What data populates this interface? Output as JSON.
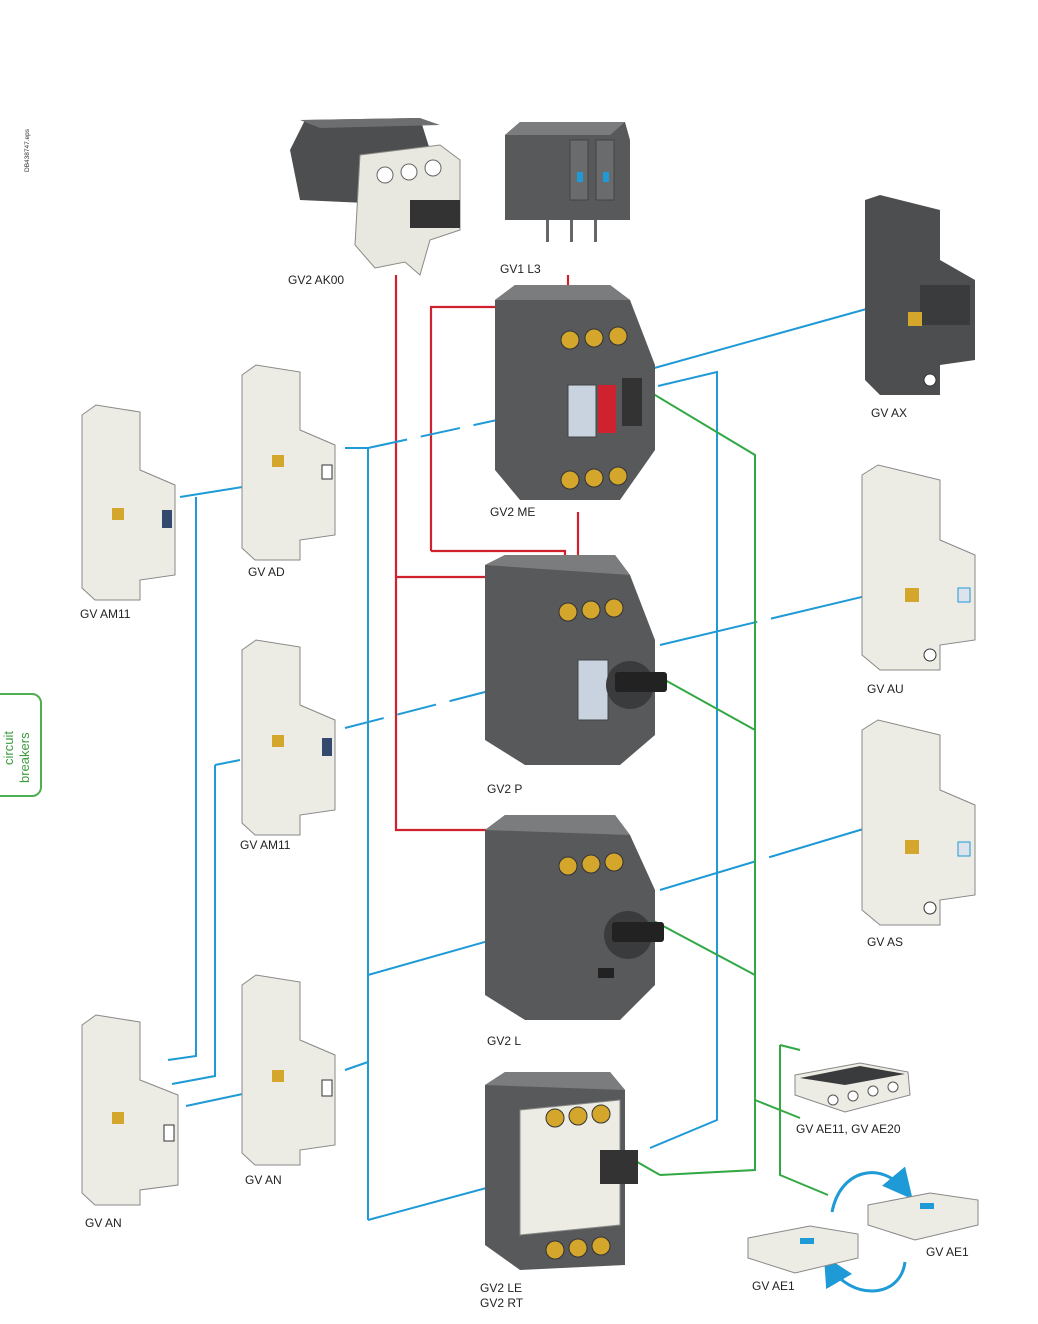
{
  "doc_ref": "DB438747.eps",
  "side_tab": {
    "line1": "circuit",
    "line2": "breakers"
  },
  "colors": {
    "red": "#d0212f",
    "blue": "#1e9ad6",
    "green": "#31a844",
    "body_dark": "#58595b",
    "body_light": "#ecebe4"
  },
  "labels": {
    "gv2ak00": "GV2 AK00",
    "gv1l3": "GV1 L3",
    "gv2me": "GV2 ME",
    "gv2p": "GV2 P",
    "gv2l": "GV2 L",
    "gv2le": "GV2 LE",
    "gv2rt": "GV2 RT",
    "gvax": "GV AX",
    "gvau": "GV AU",
    "gvas": "GV AS",
    "gvad": "GV AD",
    "gvam11_left": "GV AM11",
    "gvam11_mid": "GV AM11",
    "gvan_mid": "GV AN",
    "gvan_left": "GV AN",
    "gvae11": "GV AE11, GV AE20",
    "gvae1_right": "GV AE1",
    "gvae1_left": "GV AE1"
  }
}
